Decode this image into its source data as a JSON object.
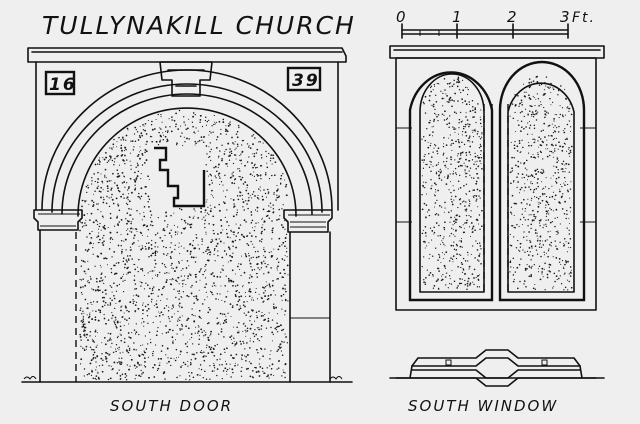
{
  "title": "TULLYNAKILL CHURCH",
  "scale": {
    "ticks": [
      "0",
      "1",
      "2",
      "3"
    ],
    "unit": "Ft."
  },
  "door": {
    "caption": "SOUTH DOOR",
    "date_left": "16",
    "date_right": "39"
  },
  "window": {
    "caption": "SOUTH WINDOW"
  },
  "colors": {
    "paper": "#efefef",
    "ink": "#111111"
  }
}
